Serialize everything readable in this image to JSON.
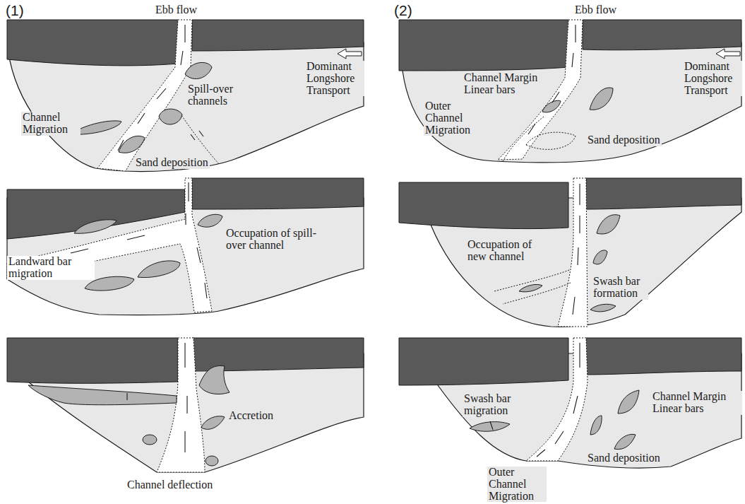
{
  "diagram": {
    "labels": [
      "(1)",
      "Ebb flow",
      "Dominant Longshore Transport",
      "Channel Migration",
      "Spill-over channels",
      "Sand deposition",
      "Occupation of spill-over channel",
      "Landward bar migration",
      "Accretion",
      "Channel deflection",
      "(2)",
      "Ebb flow",
      "Channel Margin Linear bars",
      "Dominant Longshore Transport",
      "Outer Channel Migration",
      "Sand deposition",
      "Occupation of new channel",
      "Swash bar formation",
      "Swash bar migration",
      "Channel Margin Linear bars",
      "Outer Channel Migration",
      "Sand deposition"
    ]
  }
}
